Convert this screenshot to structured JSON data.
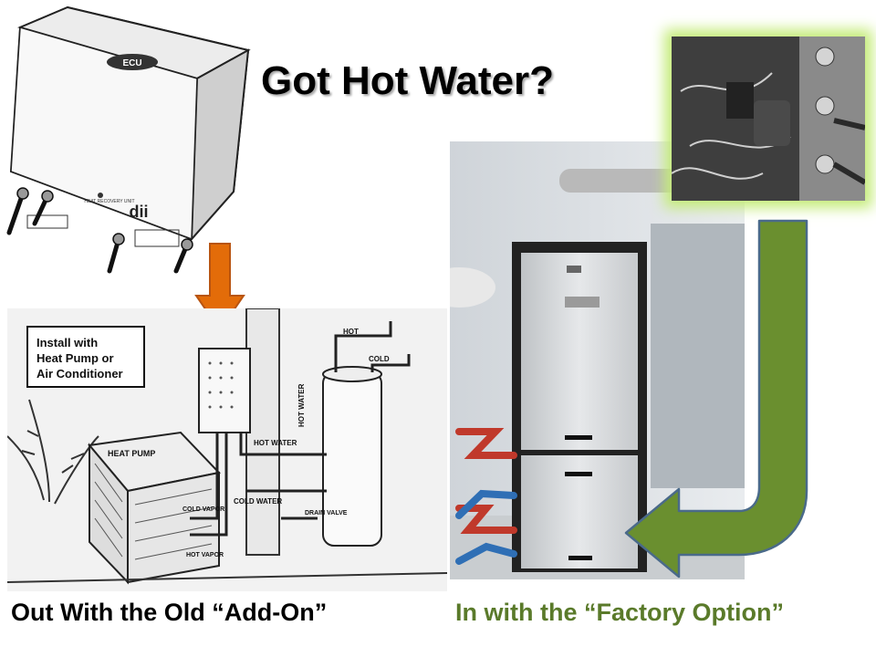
{
  "slide": {
    "title": "Got Hot Water?",
    "caption_left": "Out With the Old “Add-On”",
    "caption_right": "In with the “Factory Option”"
  },
  "diagram_labels": {
    "install_note_line1": "Install with",
    "install_note_line2": "Heat Pump or",
    "install_note_line3": "Air Conditioner",
    "heat_pump": "HEAT PUMP",
    "hot_water_vert": "HOT WATER",
    "hot_water": "HOT WATER",
    "cold_water": "COLD WATER",
    "cold_vapor": "COLD VAPOR",
    "hot_vapor": "HOT VAPOR",
    "drain_valve": "DRAIN VALVE",
    "hot": "HOT",
    "cold": "COLD"
  },
  "unit_labels": {
    "brand": "ECU",
    "model": "dii",
    "heat_recovery": "HEAT RECOVERY UNIT"
  },
  "colors": {
    "title": "#000000",
    "caption_left": "#000000",
    "caption_right": "#5a7a2a",
    "orange_arrow": "#e36c09",
    "orange_arrow_outline": "#b85410",
    "green_arrow": "#6a8f2f",
    "green_arrow_outline": "#4a6a8a",
    "green_glow": "#c5ec7a"
  },
  "icons": [
    "down-arrow-icon",
    "curved-arrow-icon"
  ]
}
